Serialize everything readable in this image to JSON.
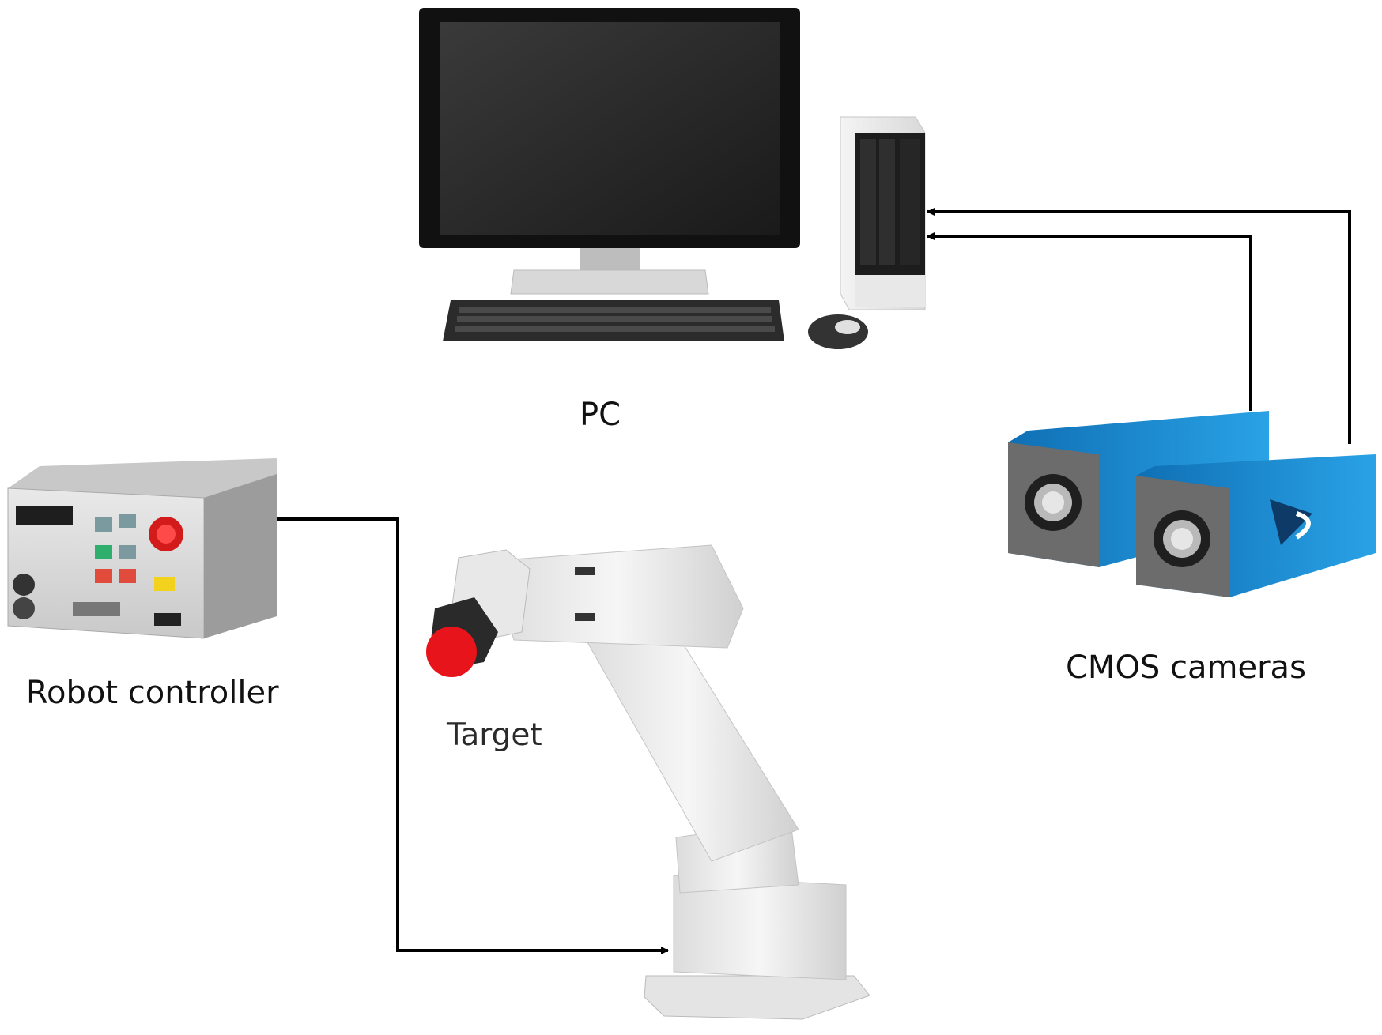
{
  "labels": {
    "pc": "PC",
    "robot_controller": "Robot controller",
    "cmos_cameras": "CMOS cameras",
    "target": "Target"
  },
  "colors": {
    "background": "#ffffff",
    "connector": "#000000",
    "target": "#e8141b",
    "camera_body": "#1b8fd6",
    "camera_front": "#6c6c6c"
  },
  "icons": [
    "monitor-icon",
    "keyboard-icon",
    "mouse-icon",
    "pc-tower-icon",
    "cmos-camera-icon",
    "robot-controller-icon",
    "robot-arm-icon",
    "target-marker"
  ]
}
